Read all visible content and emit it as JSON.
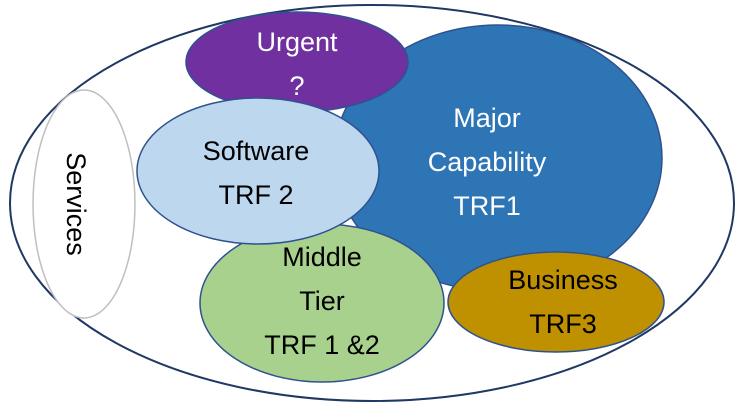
{
  "colors": {
    "outer_stroke": "#1f3864",
    "services_stroke": "#bfbfbf",
    "urgent": "#7030a0",
    "major": "#2e75b6",
    "software": "#bdd7ee",
    "middle": "#a9d18e",
    "business": "#bf9000"
  },
  "nodes": {
    "services": {
      "label": "Services"
    },
    "urgent": {
      "line1": "Urgent",
      "line2": "?"
    },
    "major": {
      "line1": "Major",
      "line2": "Capability",
      "line3": "TRF1"
    },
    "software": {
      "line1": "Software",
      "line2": "TRF 2"
    },
    "middle": {
      "line1": "Middle",
      "line2": "Tier",
      "line3": "TRF 1 &2"
    },
    "business": {
      "line1": "Business",
      "line2": "TRF3"
    }
  }
}
